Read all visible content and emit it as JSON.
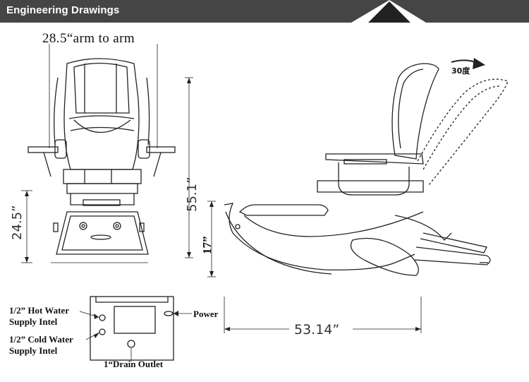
{
  "header": {
    "title": "Engineering Drawings"
  },
  "dimensions": {
    "arm_to_arm": "28.5“arm to arm",
    "total_height": "55.1”",
    "base_height": "24.5”",
    "basin_height": "17”",
    "length": "53.14”",
    "recline": "30度"
  },
  "connections": {
    "hot_water": "1/2” Hot Water\nSupply Intel",
    "cold_water": "1/2” Cold Water\nSupply Intel",
    "power": "Power",
    "drain": "1“Drain Outlet"
  },
  "colors": {
    "header_bg": "#454545",
    "line": "#222222"
  }
}
